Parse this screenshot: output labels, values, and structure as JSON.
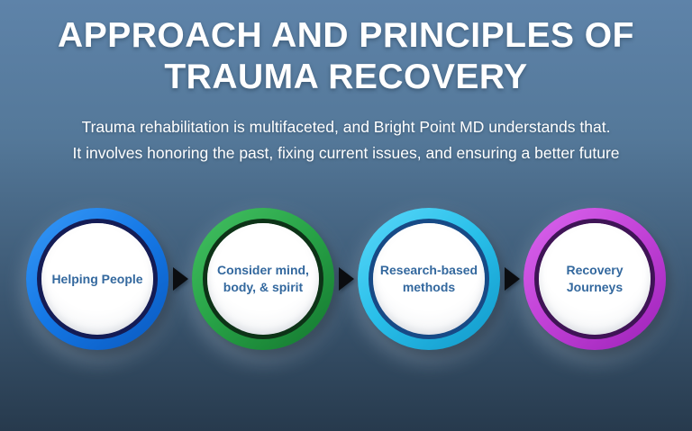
{
  "header": {
    "title": "APPROACH AND PRINCIPLES OF\nTRAUMA RECOVERY",
    "subtitle": "Trauma rehabilitation is multifaceted, and Bright Point MD understands that.\nIt involves honoring the past, fixing current issues, and ensuring a better future"
  },
  "colors": {
    "background_top": "#5e83a9",
    "background_bottom": "#273a4d",
    "title_text": "#ffffff",
    "subtitle_text": "#ffffff",
    "step_label_text": "#33689e",
    "arrow": "#0b0d10"
  },
  "flow": {
    "arrow_icon": "right-triangle-arrow",
    "steps": [
      {
        "label": "Helping People",
        "ring_color": "#1578e6",
        "ring_light": "#3294f4",
        "ring_dark": "#0b5dc4",
        "inner_ring_color": "#141c55"
      },
      {
        "label": "Consider mind,\nbody, & spirit",
        "ring_color": "#28a347",
        "ring_light": "#3fbc5e",
        "ring_dark": "#167d32",
        "inner_ring_color": "#0d3317"
      },
      {
        "label": "Research-based\nmethods",
        "ring_color": "#29bfe9",
        "ring_light": "#52d4f7",
        "ring_dark": "#149dce",
        "inner_ring_color": "#174a86"
      },
      {
        "label": "Recovery\nJourneys",
        "ring_color": "#c242d7",
        "ring_light": "#d660ea",
        "ring_dark": "#a226bd",
        "inner_ring_color": "#3f1456"
      }
    ]
  }
}
